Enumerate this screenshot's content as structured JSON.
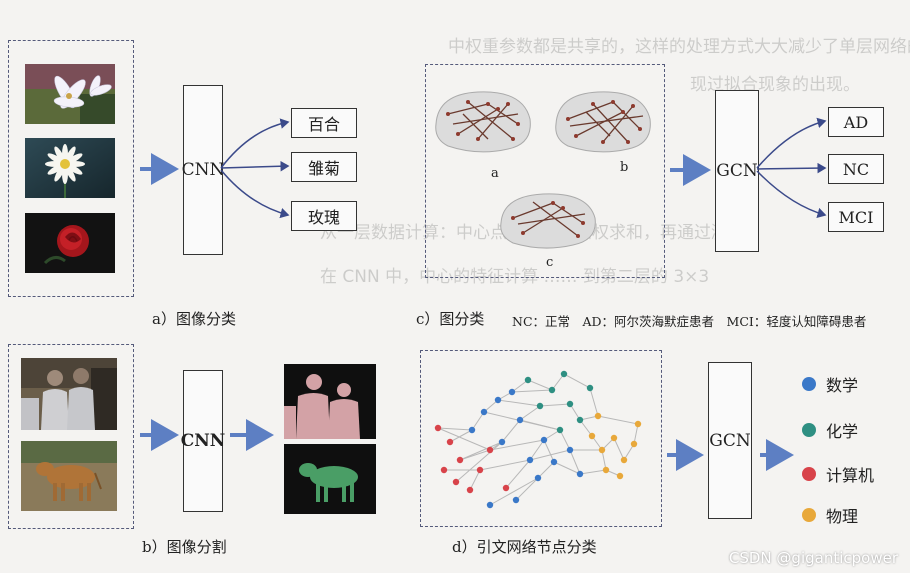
{
  "background_text": [
    "中权重参数都是共享的，这样的处理方式大大减少了单层网络的参数量，",
    "现过拟合现象的出现。",
    "从一层数据计算：中心点特征进行加权求和，再通过激活",
    "在 CNN 中，中心的特征计算 …… 到第二层的 3×3"
  ],
  "panel_a": {
    "model": "CNN",
    "outputs": [
      "百合",
      "雏菊",
      "玫瑰"
    ],
    "caption": "a）图像分类"
  },
  "panel_b": {
    "model": "CNN",
    "caption": "b）图像分割"
  },
  "panel_c": {
    "labels": [
      "a",
      "b",
      "c"
    ],
    "model": "GCN",
    "outputs": [
      "AD",
      "NC",
      "MCI"
    ],
    "caption": "c）图分类",
    "note": "NC：正常　AD：阿尔茨海默症患者　MCI：轻度认知障碍患者"
  },
  "panel_d": {
    "model": "GCN",
    "caption": "d）引文网络节点分类",
    "legend": [
      {
        "label": "数学",
        "color": "#3a78c8"
      },
      {
        "label": "化学",
        "color": "#2e8f82"
      },
      {
        "label": "计算机",
        "color": "#d8434a"
      },
      {
        "label": "物理",
        "color": "#e8a83a"
      }
    ]
  },
  "colors": {
    "arrow": "#5d7fc3",
    "panel_border": "#545a7a"
  },
  "watermark": "CSDN @giganticpower"
}
